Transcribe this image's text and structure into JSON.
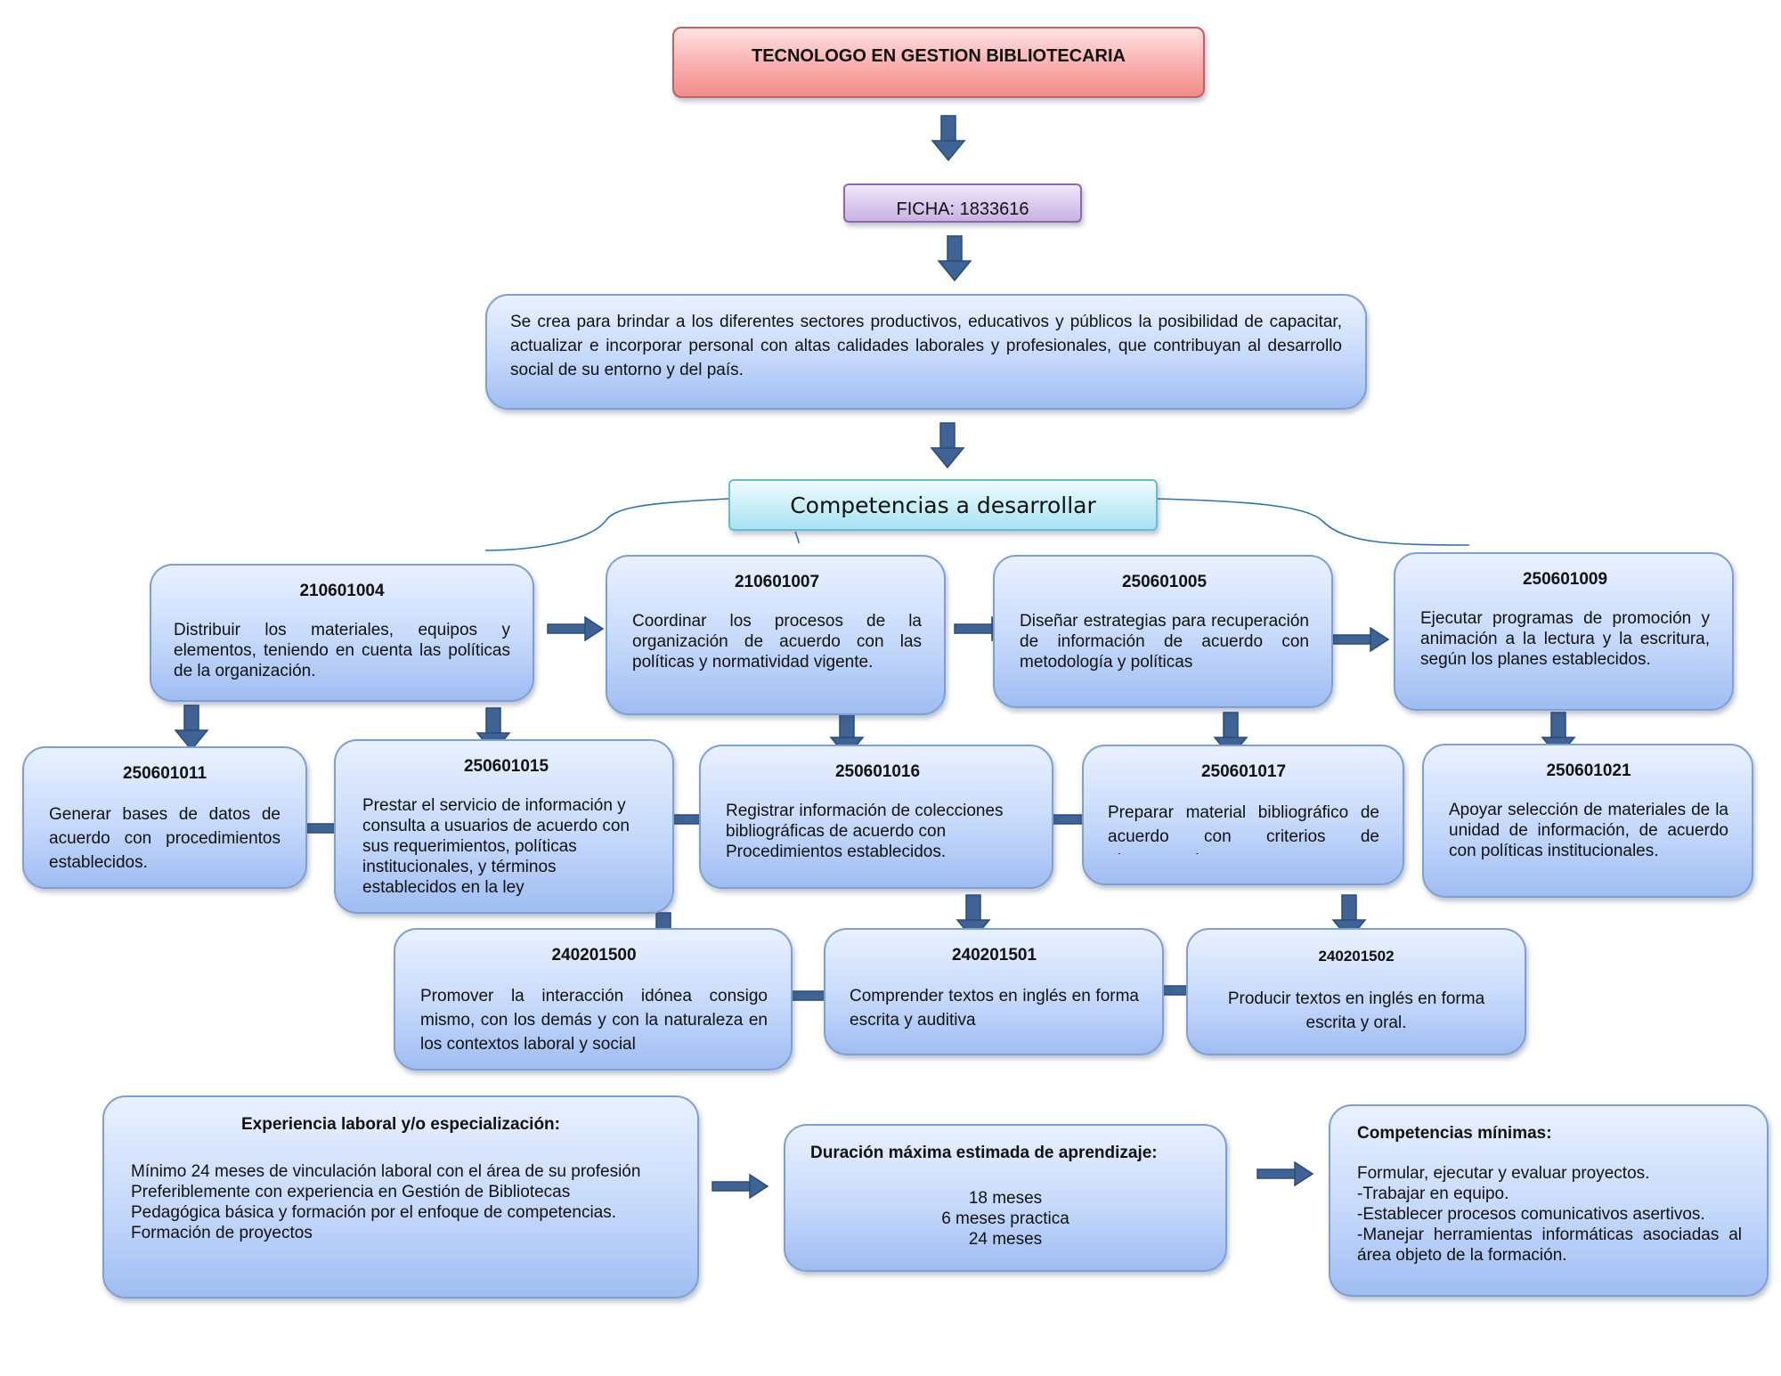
{
  "title": "TECNOLOGO EN GESTION BIBLIOTECARIA",
  "ficha": "FICHA: 1833616",
  "description": "Se crea para brindar a los diferentes sectores productivos, educativos y públicos la posibilidad de capacitar, actualizar e incorporar personal con altas calidades laborales y profesionales, que contribuyan al desarrollo social de su entorno y del país.",
  "competencias_header": "Competencias a desarrollar",
  "competencias": [
    {
      "code": "210601004",
      "text": " Distribuir los materiales, equipos y elementos, teniendo en cuenta las políticas de la organización."
    },
    {
      "code": "210601007",
      "text": "Coordinar los procesos de la organización de acuerdo con las políticas y normatividad vigente."
    },
    {
      "code": "250601005",
      "text": "Diseñar estrategias para recuperación de información de acuerdo con metodología y políticas"
    },
    {
      "code": "250601009",
      "text": " Ejecutar programas de promoción y animación a la lectura y la escritura, según los planes establecidos."
    },
    {
      "code": "250601011",
      "text": "Generar bases de datos de acuerdo con procedimientos establecidos."
    },
    {
      "code": "250601015",
      "text": "Prestar el servicio de información y consulta a usuarios de acuerdo con sus requerimientos, políticas institucionales, y términos establecidos en la ley"
    },
    {
      "code": "250601016",
      "text": "Registrar información de colecciones bibliográficas de acuerdo con Procedimientos establecidos."
    },
    {
      "code": "250601017",
      "text": "Preparar material bibliográfico de acuerdo con criterios de almacenamiento"
    },
    {
      "code": "250601021",
      "text": "Apoyar selección de materiales de la unidad de información, de acuerdo con políticas institucionales."
    },
    {
      "code": "240201500",
      "text": "Promover la interacción idónea consigo mismo, con los demás y con la naturaleza en los contextos laboral y social"
    },
    {
      "code": "240201501",
      "text": "Comprender textos en inglés en forma escrita y auditiva"
    },
    {
      "code": "240201502",
      "text": "Producir textos en inglés en forma escrita y oral."
    }
  ],
  "experiencia": {
    "title": "Experiencia laboral y/o especialización:",
    "text": "Mínimo 24 meses de vinculación laboral con el área de su profesión",
    "lines": [
      "Preferiblemente con experiencia en Gestión de Bibliotecas",
      "Pedagógica básica y formación por el enfoque de competencias.",
      "Formación de proyectos"
    ]
  },
  "duracion": {
    "title": "Duración máxima estimada de aprendizaje:",
    "lines": [
      "18 meses",
      "6 meses practica",
      "24 meses"
    ]
  },
  "minimas": {
    "title": "Competencias mínimas:",
    "lines": [
      " Formular, ejecutar y evaluar proyectos.",
      "-Trabajar en equipo.",
      "-Establecer procesos comunicativos asertivos."
    ],
    "last": "-Manejar herramientas informáticas asociadas al área objeto de la formación."
  }
}
